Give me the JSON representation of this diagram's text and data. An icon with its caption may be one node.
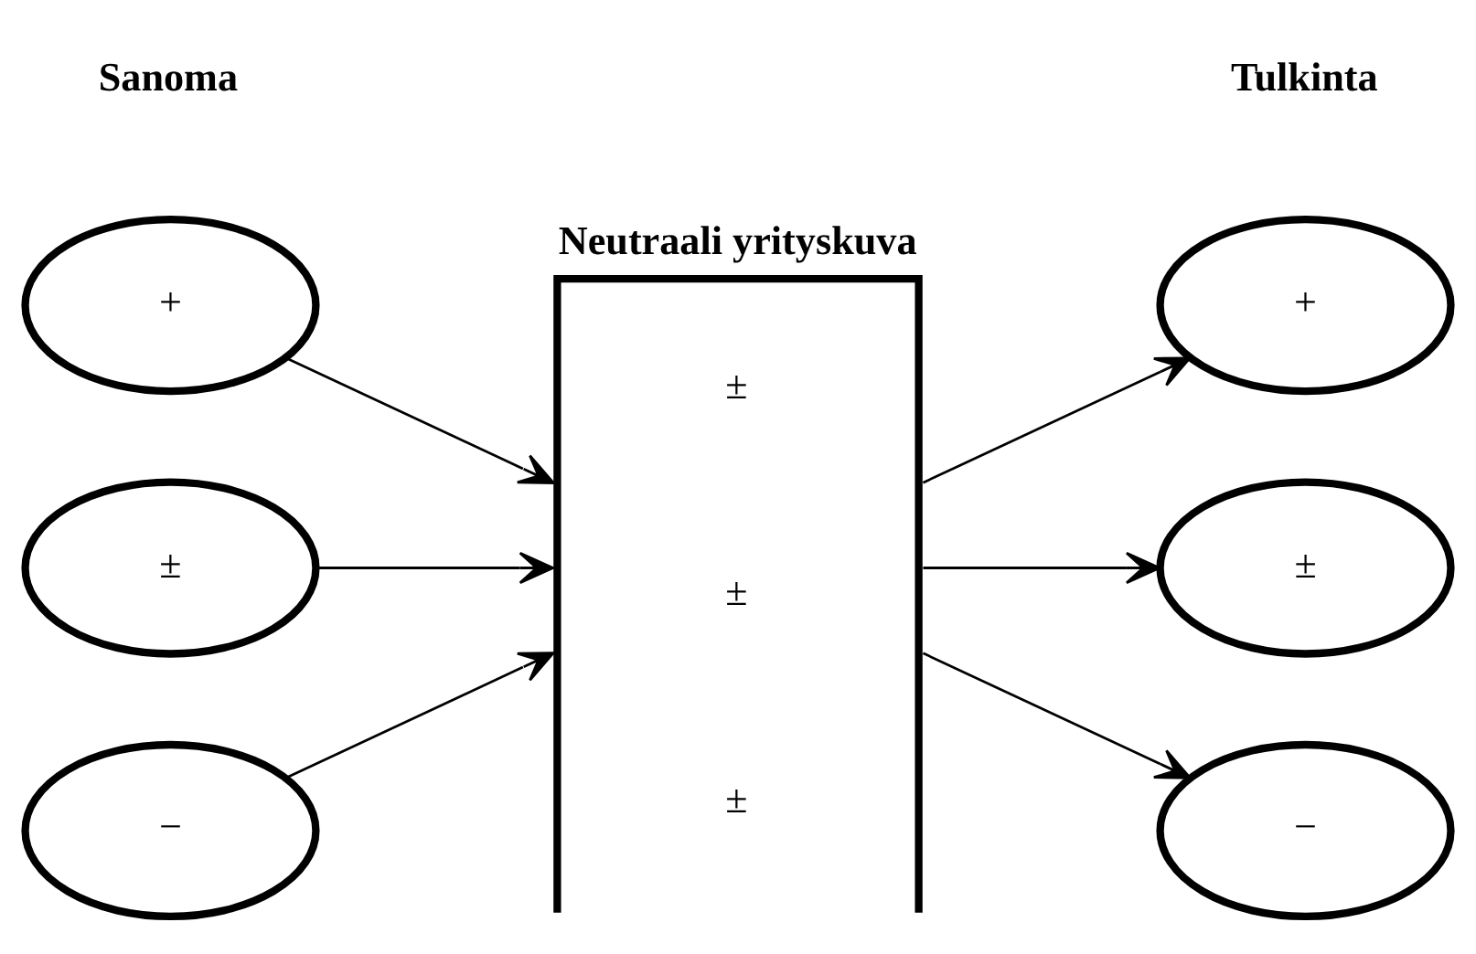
{
  "diagram": {
    "nodes": [
      {
        "text": [
          "+"
        ]
      },
      {
        "text": [
          "Neutraali yrityskuva",
          "±",
          "±",
          "±"
        ]
      },
      {
        "text": [
          "+"
        ]
      },
      {
        "text": [
          "±"
        ]
      },
      {
        "text": [
          "±"
        ]
      },
      {
        "text": [
          "−"
        ]
      },
      {
        "text": [
          "−"
        ]
      }
    ],
    "edges": [
      {
        "from": 0,
        "to": 1,
        "arrow": "to"
      },
      {
        "from": 1,
        "to": 2,
        "arrow": "to"
      },
      {
        "from": 3,
        "to": 1,
        "arrow": "to"
      },
      {
        "from": 1,
        "to": 4,
        "arrow": "to"
      },
      {
        "from": 5,
        "to": 1,
        "arrow": "to"
      },
      {
        "from": 1,
        "to": 6,
        "arrow": "to"
      }
    ],
    "labels": [
      "Sanoma",
      "Tulkinta"
    ]
  }
}
